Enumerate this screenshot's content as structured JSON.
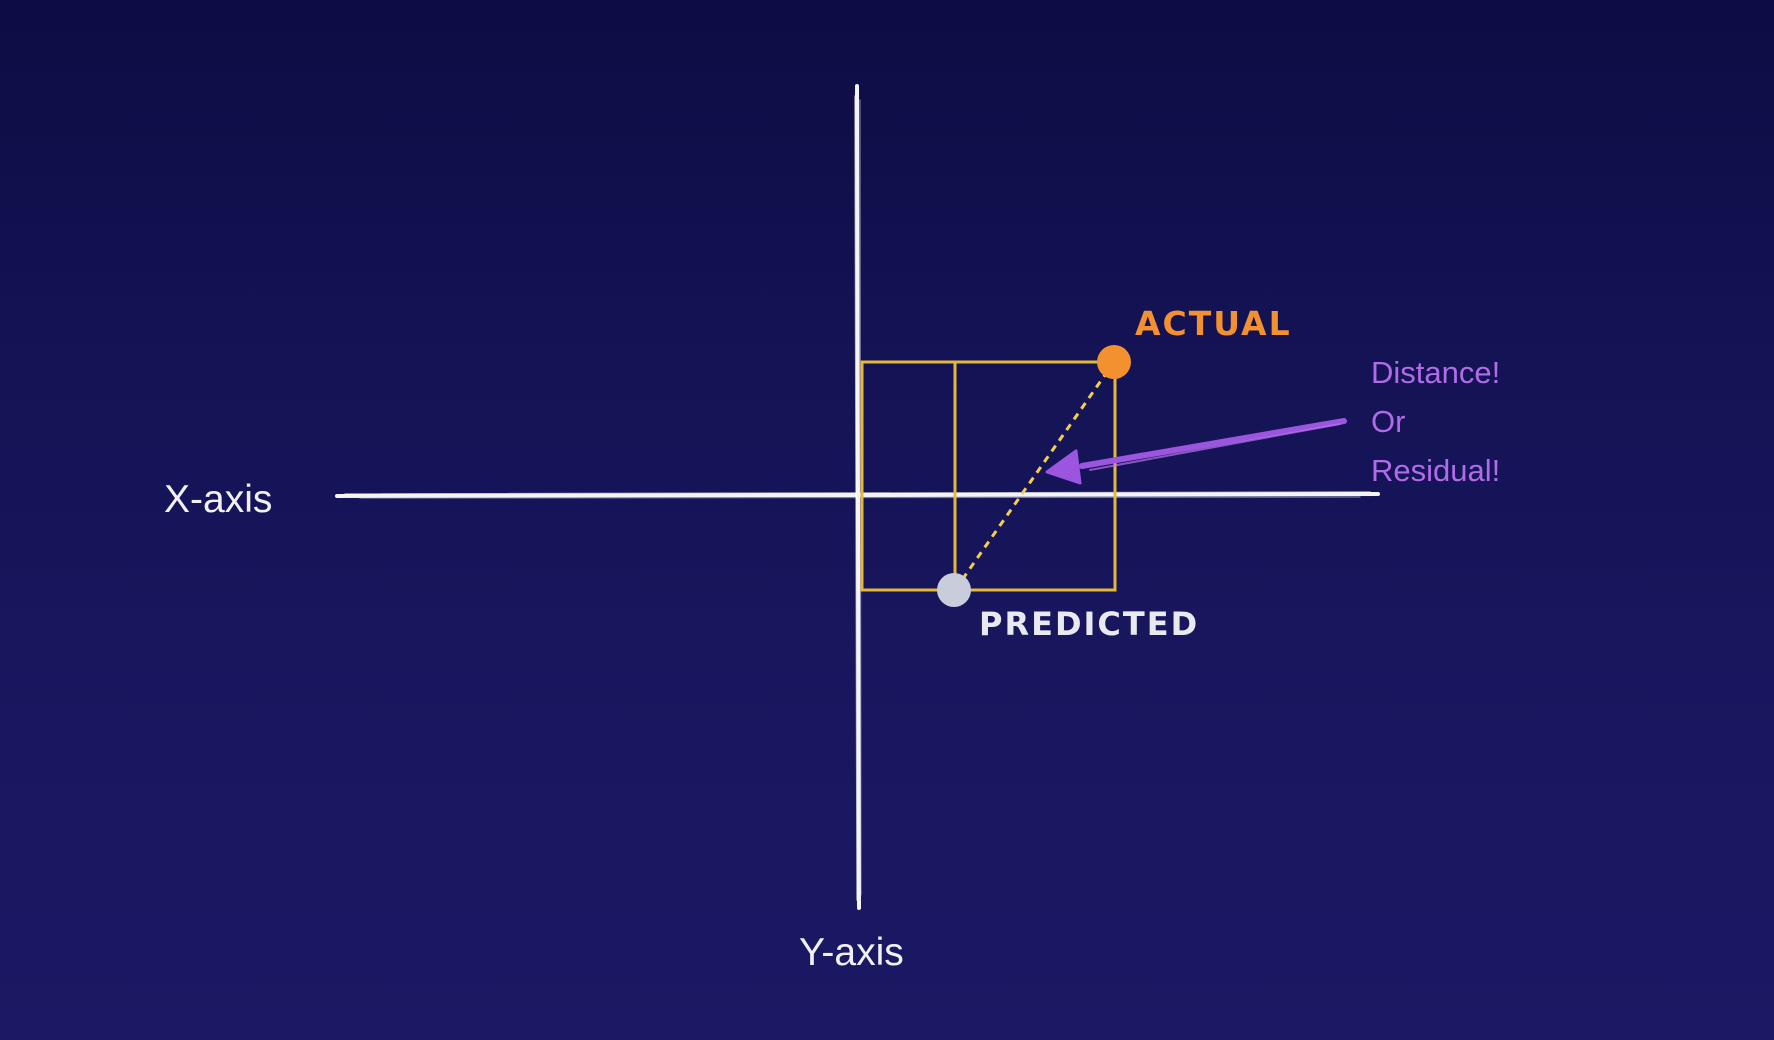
{
  "axes": {
    "x_label": "X-axis",
    "y_label": "Y-axis"
  },
  "points": {
    "actual": {
      "label": "ACTUAL",
      "color": "#f3902f"
    },
    "predicted": {
      "label": "PREDICTED",
      "color": "#c9ccda"
    }
  },
  "annotation": {
    "lines": [
      "Distance!",
      "Or",
      "Residual!"
    ],
    "color": "#b06be6"
  },
  "colors": {
    "background_top": "#0d0c44",
    "background_bottom": "#1b1963",
    "axis": "#f4f4f8",
    "box": "#e3b93a",
    "residual_line": "#f2d04a"
  }
}
